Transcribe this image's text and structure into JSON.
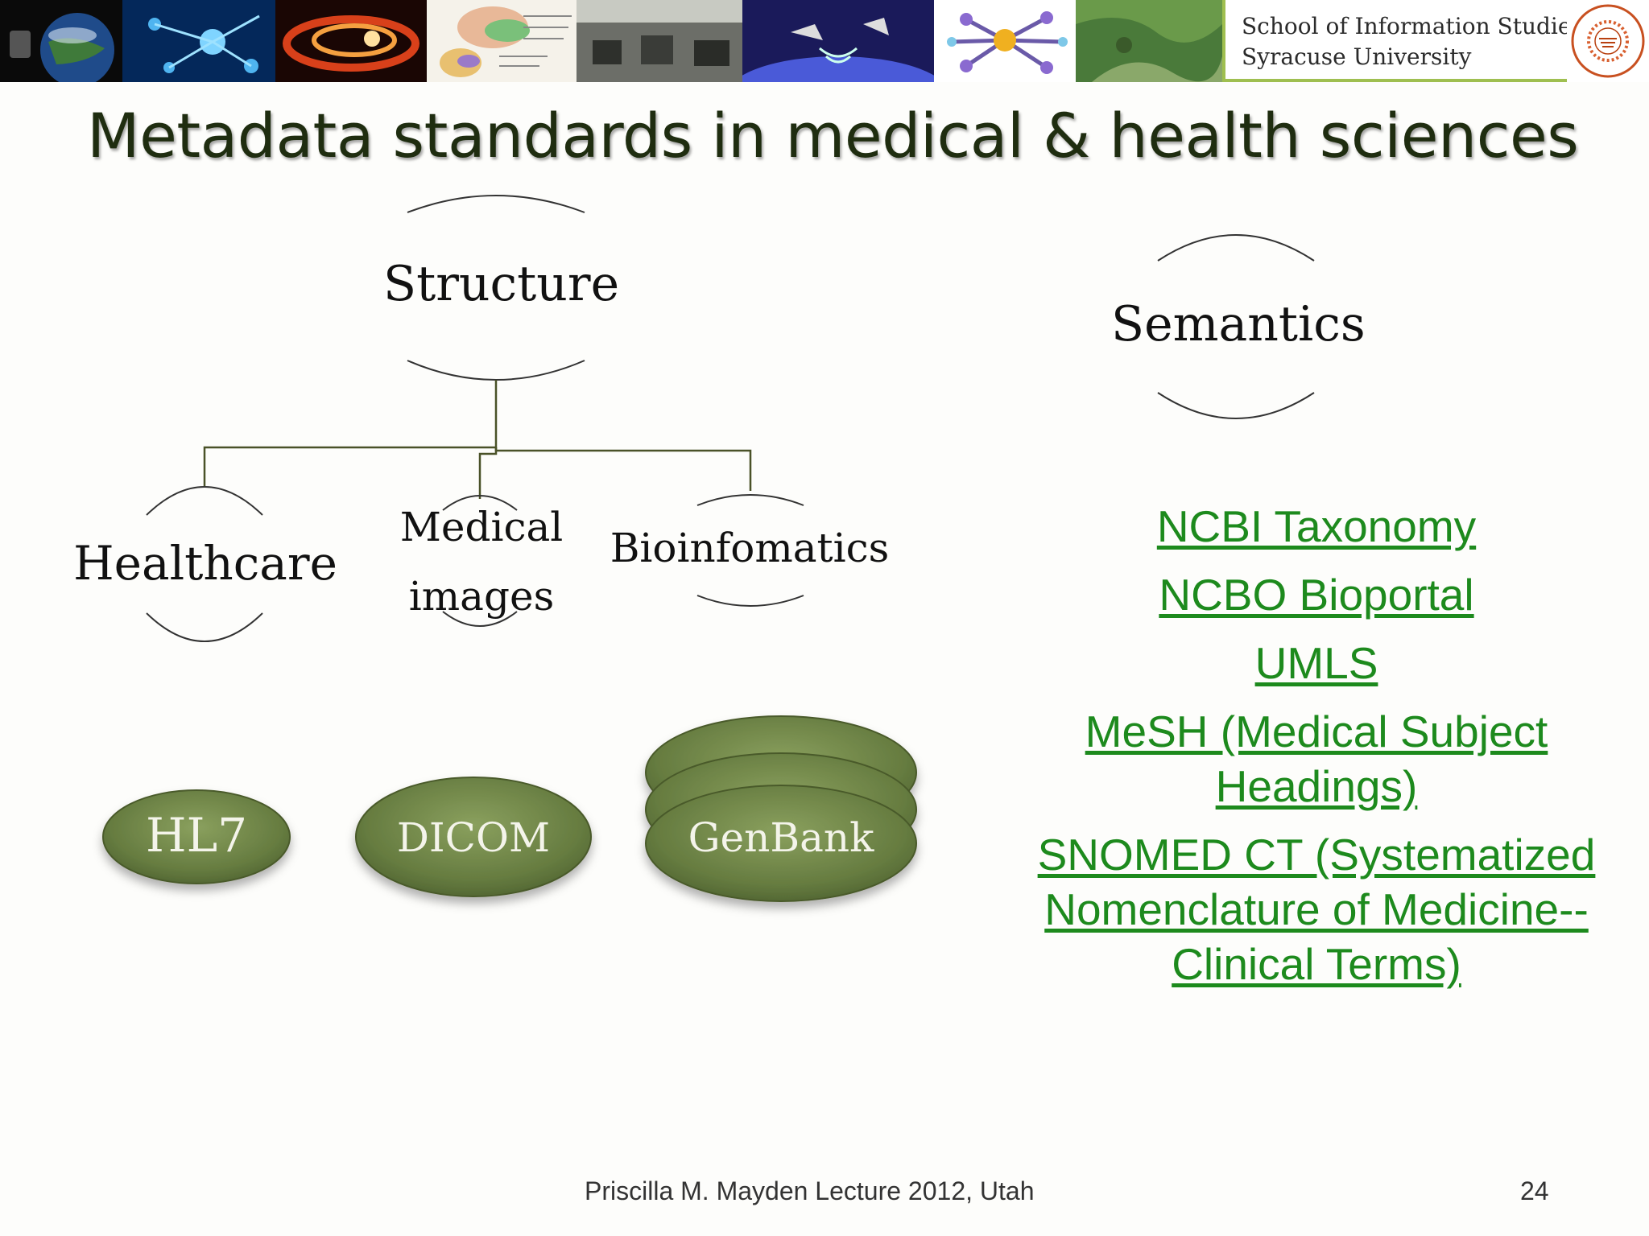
{
  "header": {
    "school_line1": "School of Information Studies",
    "school_line2": "Syracuse University",
    "image_tiles": [
      "telescope",
      "earth",
      "neuron-network",
      "fire-swirl",
      "brain-anatomy",
      "laboratory",
      "satellite-signal",
      "molecule",
      "satellite-map"
    ],
    "accent_color": "#9fbf50"
  },
  "title": "Metadata standards in medical & health sciences",
  "structure": {
    "root_label": "Structure",
    "children": [
      {
        "label": "Healthcare"
      },
      {
        "label_line1": "Medical",
        "label_line2": "images"
      },
      {
        "label": "Bioinfomatics"
      }
    ],
    "standards": [
      {
        "label": "HL7"
      },
      {
        "label": "DICOM"
      },
      {
        "label": "GenBank"
      }
    ],
    "pill_color": "#6b8045"
  },
  "semantics": {
    "label": "Semantics",
    "links": [
      {
        "text": "NCBI Taxonomy"
      },
      {
        "text": "NCBO Bioportal"
      },
      {
        "text": "UMLS"
      },
      {
        "text": "MeSH (Medical Subject Headings)"
      },
      {
        "text": "SNOMED CT (Systematized Nomenclature of Medicine--Clinical Terms)"
      }
    ],
    "link_color": "#1d8a1d"
  },
  "footer": {
    "caption": "Priscilla M. Mayden Lecture 2012, Utah",
    "page_number": "24"
  }
}
